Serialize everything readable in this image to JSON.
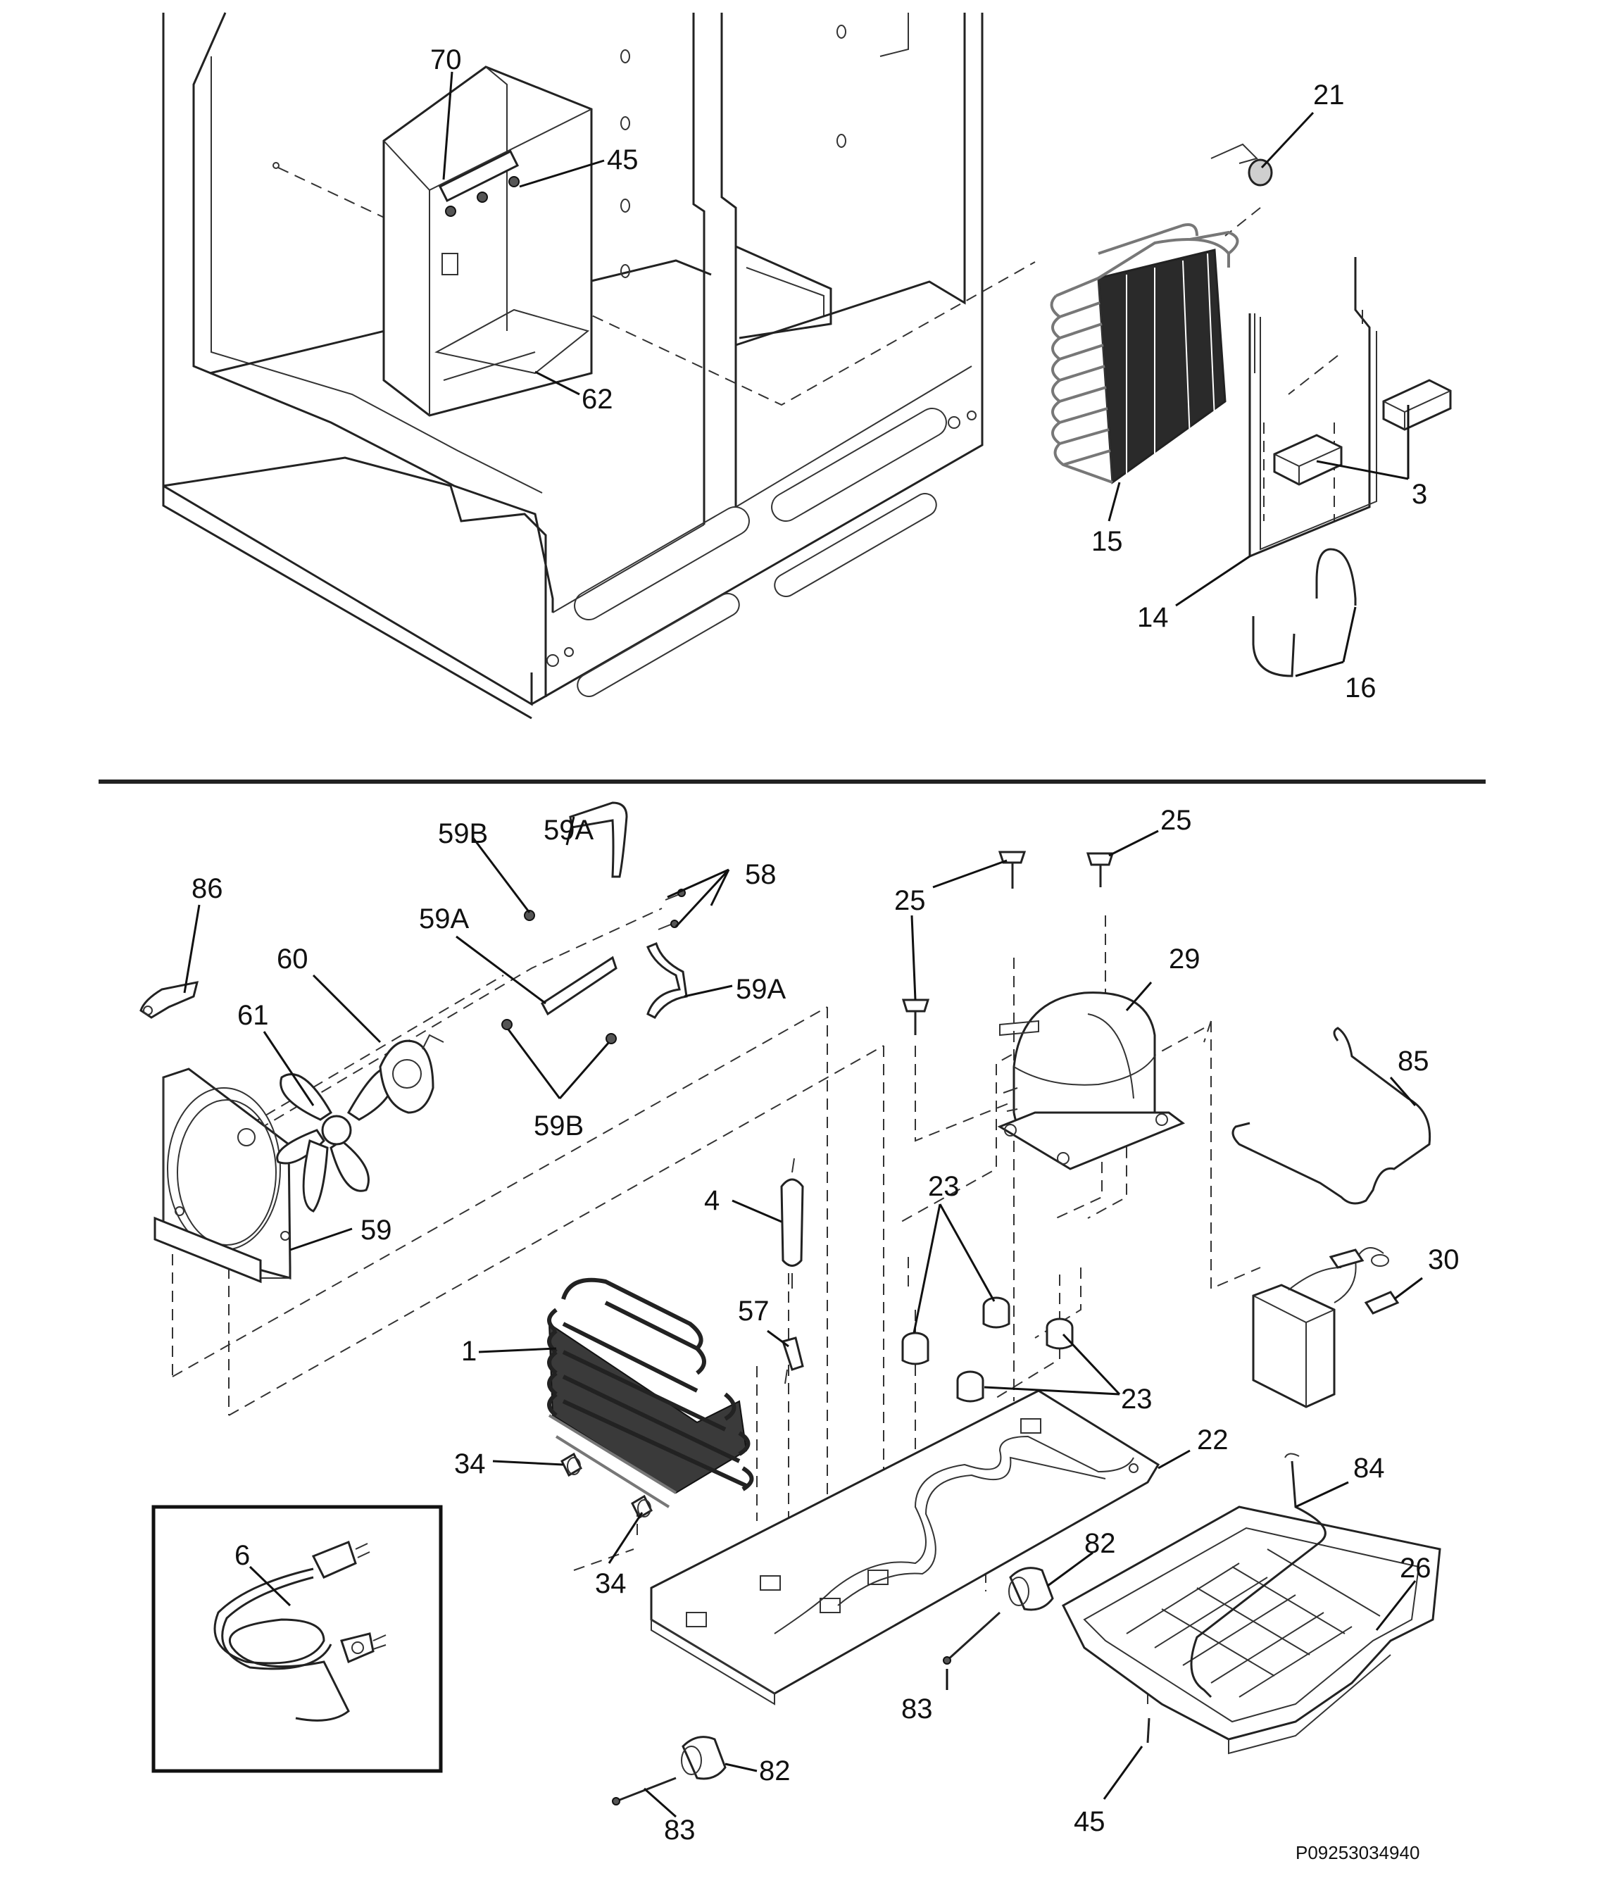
{
  "document_code": "P09253034940",
  "labels": {
    "l70": "70",
    "l45a": "45",
    "l62": "62",
    "l21": "21",
    "l3": "3",
    "l15": "15",
    "l14": "14",
    "l16": "16",
    "l59B_a": "59B",
    "l59A_a": "59A",
    "l58": "58",
    "l59A_b": "59A",
    "l59A_c": "59A",
    "l86": "86",
    "l60": "60",
    "l61": "61",
    "l59B_b": "59B",
    "l59": "59",
    "l25_a": "25",
    "l25_b": "25",
    "l29": "29",
    "l85": "85",
    "l4": "4",
    "l23_a": "23",
    "l30": "30",
    "l57": "57",
    "l1": "1",
    "l23_b": "23",
    "l22": "22",
    "l34_a": "34",
    "l34_b": "34",
    "l84": "84",
    "l6": "6",
    "l82_a": "82",
    "l26": "26",
    "l83_a": "83",
    "l82_b": "82",
    "l83_b": "83",
    "l45_b": "45"
  }
}
